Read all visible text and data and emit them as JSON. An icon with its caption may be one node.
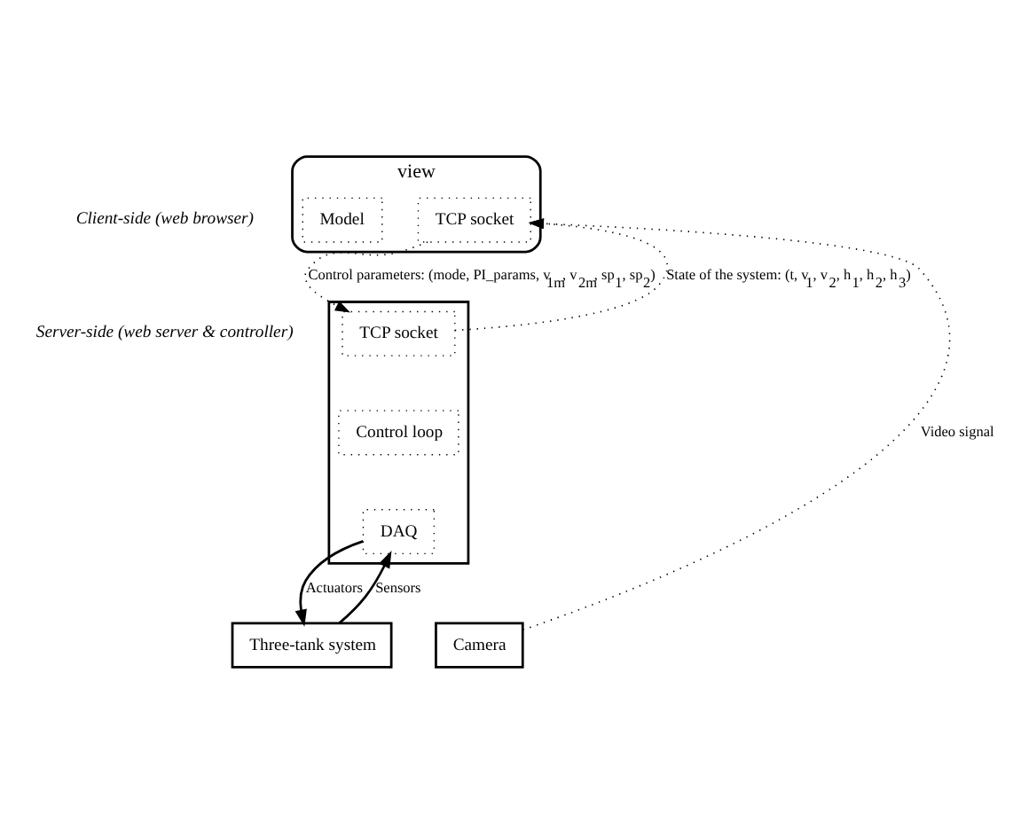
{
  "diagram": {
    "nodes": [
      {
        "text": [
          "view"
        ],
        "beside": [
          "Client-side (web browser)"
        ]
      },
      {
        "text": [
          "Model"
        ],
        "in": 0
      },
      {
        "text": [
          "TCP socket"
        ],
        "in": 0
      },
      {
        "text": [],
        "shape": "box",
        "beside": [
          "Server-side (web server & controller)"
        ]
      },
      {
        "text": [
          "TCP socket"
        ],
        "in": 3
      },
      {
        "text": [
          "Control loop"
        ],
        "in": 3
      },
      {
        "text": [
          "DAQ"
        ],
        "in": 3
      },
      {
        "text": [
          "Three-tank system"
        ]
      },
      {
        "text": [
          "Camera"
        ]
      }
    ],
    "edges": [
      {
        "from": 2,
        "to": 4,
        "arrow": "to",
        "style": "dashed",
        "label": "Control parameters: (mode, PI_params, v$_{1m}$, v$_{2m}$, sp$_{1}$, sp$_{2}$)"
      },
      {
        "from": 4,
        "to": 2,
        "arrow": "to",
        "style": "dashed",
        "label": "State of the system: (t, v$_{1}$, v$_{2}$, h$_{1}$, h$_{2}$, h$_{3}$)"
      },
      {
        "from": 6,
        "to": 7,
        "arrow": "to",
        "label": "Actuators"
      },
      {
        "from": 7,
        "to": 6,
        "arrow": "to",
        "label": "Sensors"
      },
      {
        "from": 8,
        "to": 2,
        "arrow": "to",
        "style": "dashed",
        "label": "Video signal"
      }
    ]
  }
}
